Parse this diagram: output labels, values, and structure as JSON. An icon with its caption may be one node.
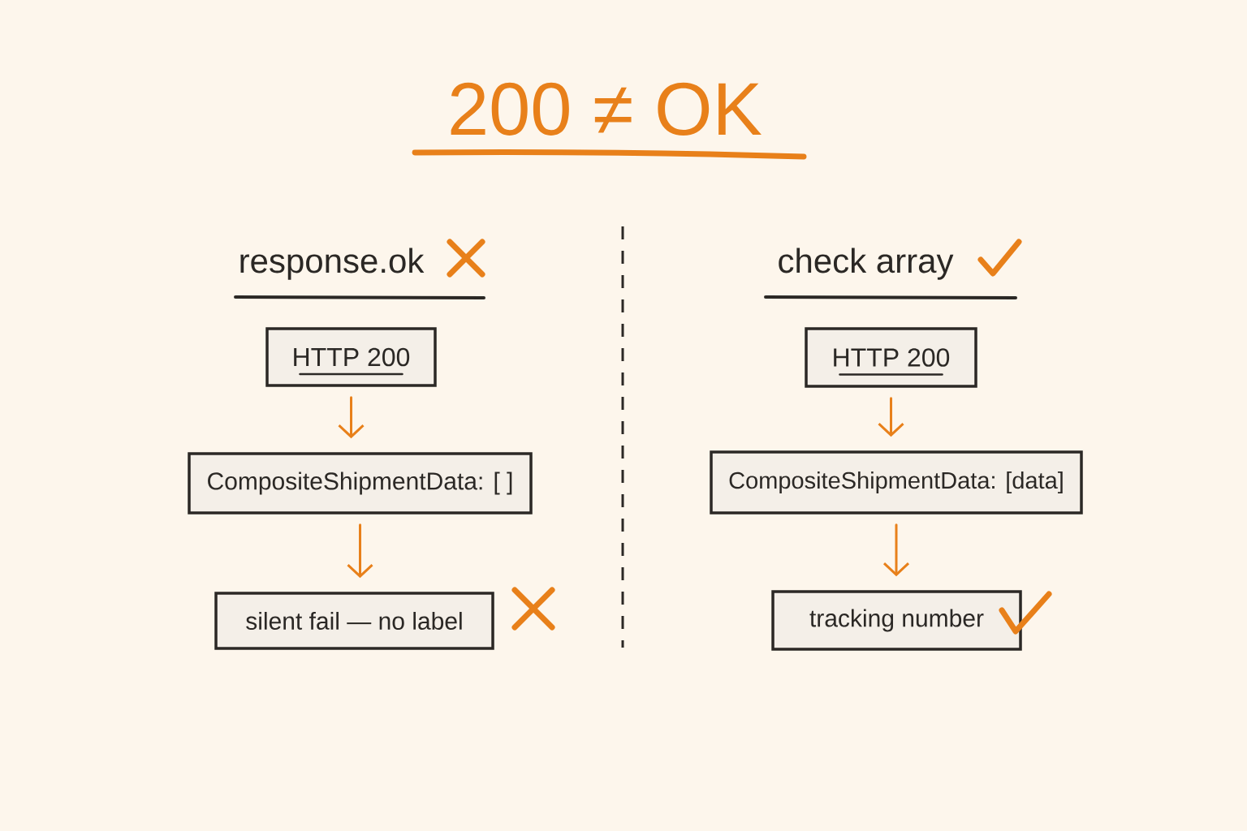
{
  "diagram": {
    "title": "200 ≠ OK",
    "nodes": [
      {
        "text": [
          "HTTP 200"
        ]
      },
      {
        "text": [
          "CompositeShipmentData: [ ]"
        ]
      },
      {
        "text": [
          "silent fail — no label"
        ]
      },
      {
        "text": [
          "HTTP 200"
        ]
      },
      {
        "text": [
          "CompositeShipmentData: [data]"
        ]
      },
      {
        "text": [
          "tracking number"
        ]
      }
    ],
    "edges": [
      {
        "from": 0,
        "to": 1,
        "arrow": "to"
      },
      {
        "from": 1,
        "to": 2,
        "arrow": "to"
      },
      {
        "from": 3,
        "to": 4,
        "arrow": "to"
      },
      {
        "from": 4,
        "to": 5,
        "arrow": "to"
      }
    ],
    "labels": [
      "response.ok",
      "check array"
    ]
  }
}
